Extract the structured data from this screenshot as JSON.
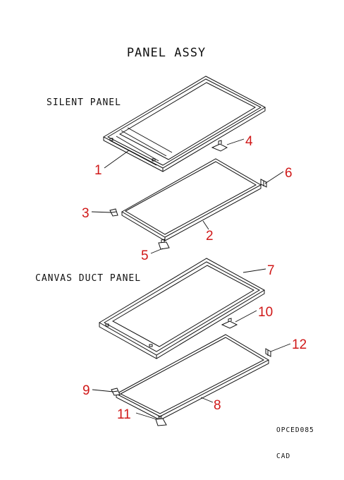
{
  "title": "PANEL ASSY",
  "sections": {
    "silent_panel": "SILENT PANEL",
    "canvas_duct_panel": "CANVAS DUCT PANEL"
  },
  "callouts": [
    "1",
    "2",
    "3",
    "4",
    "5",
    "6",
    "7",
    "8",
    "9",
    "10",
    "11",
    "12"
  ],
  "footer": {
    "code": "OPCED085",
    "cad": "CAD"
  },
  "colors": {
    "line": "#111111",
    "callout": "#d01818"
  }
}
